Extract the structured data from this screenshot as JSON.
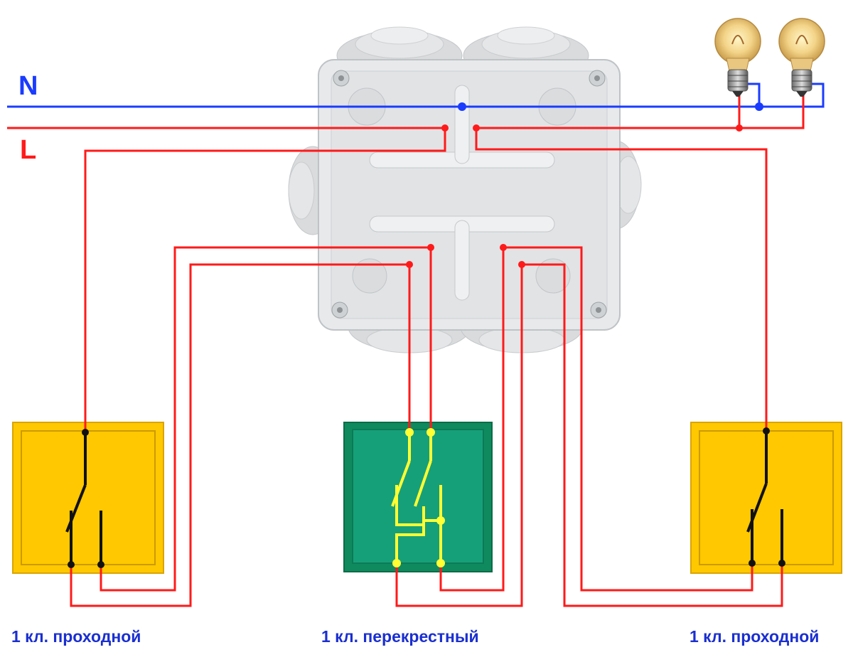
{
  "lines": {
    "neutral": {
      "label": "N",
      "color": "#1a3cff"
    },
    "live": {
      "label": "L",
      "color": "#ff1a1a"
    }
  },
  "switches": {
    "left": {
      "caption": "1 кл. проходной",
      "color": "#ffc800"
    },
    "middle": {
      "caption": "1 кл. перекрестный",
      "color": "#16a07a"
    },
    "right": {
      "caption": "1 кл. проходной",
      "color": "#ffc800"
    }
  },
  "caption_color": "#1a2fd0",
  "contact_colors": {
    "pass_through": "#111111",
    "cross": "#ffff33"
  },
  "junction_box": {
    "color": "#e6e8ea"
  },
  "lamps": {
    "count": 2
  }
}
